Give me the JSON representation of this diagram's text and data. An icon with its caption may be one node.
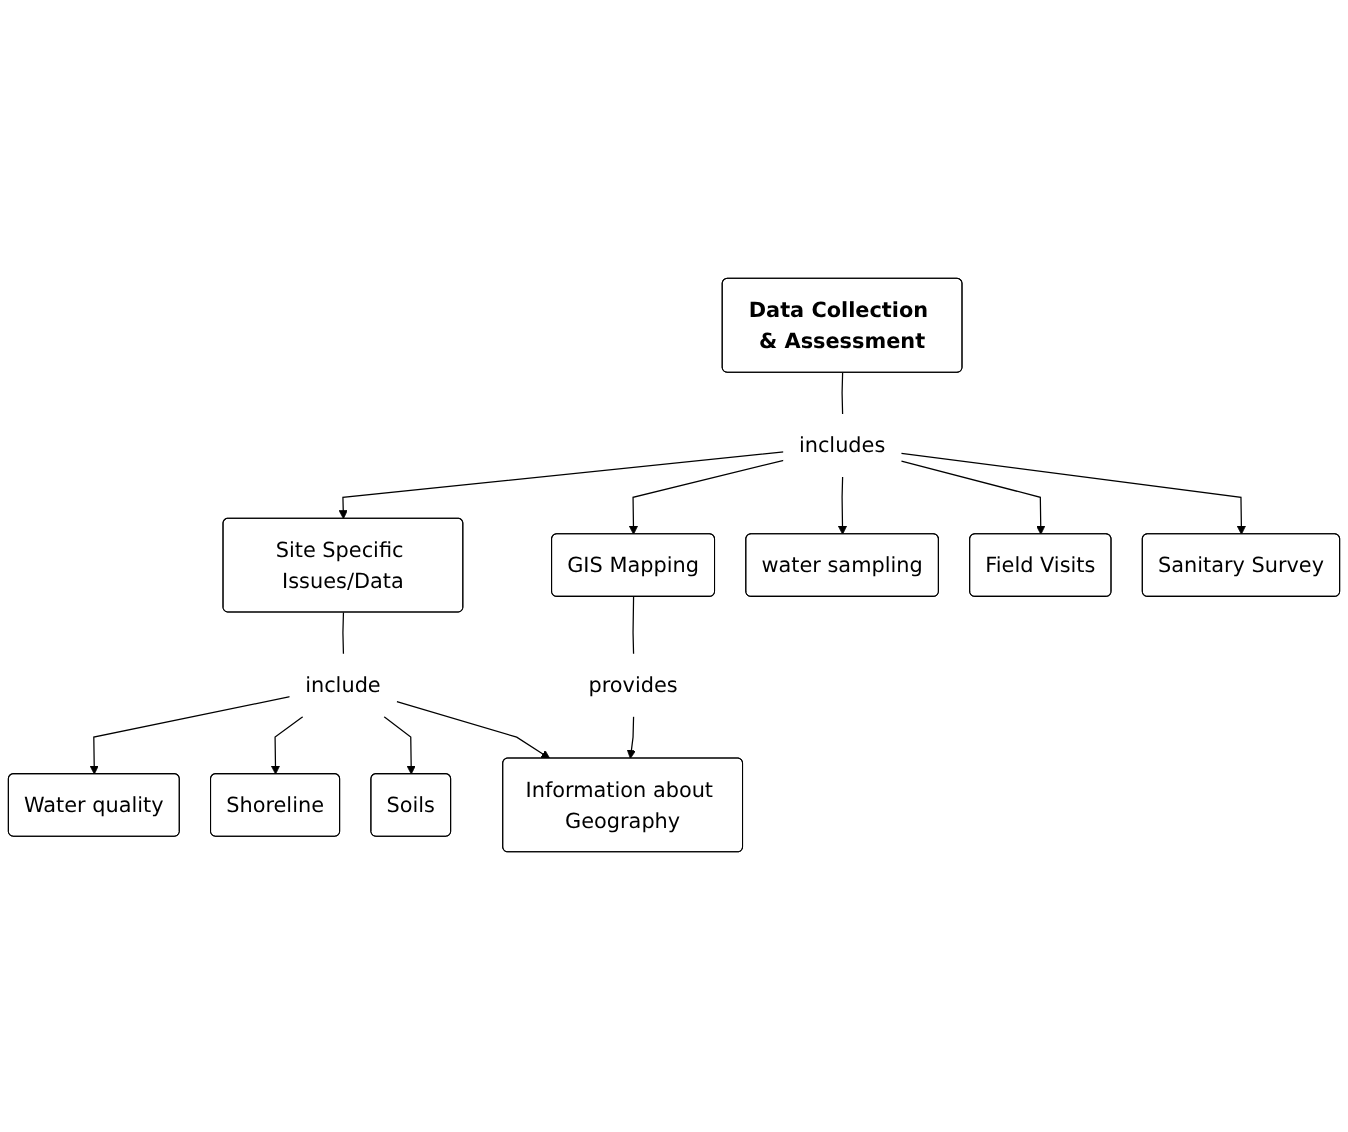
{
  "diagram": {
    "nodes": [
      {
        "text": [
          "Data Collection & Assessment"
        ]
      },
      {
        "text": [
          "includes"
        ]
      },
      {
        "text": [
          "Site Specific Issues/Data"
        ]
      },
      {
        "text": [
          "GIS Mapping"
        ]
      },
      {
        "text": [
          "water sampling"
        ]
      },
      {
        "text": [
          "Field Visits"
        ]
      },
      {
        "text": [
          "include"
        ]
      },
      {
        "text": [
          "Water quality"
        ]
      },
      {
        "text": [
          "Soils"
        ]
      },
      {
        "text": [
          "Shoreline"
        ]
      },
      {
        "text": [
          "Sanitary Survey"
        ]
      },
      {
        "text": [
          "provides"
        ]
      },
      {
        "text": [
          "Information about Geography"
        ]
      }
    ],
    "edges": [
      {
        "from": 0,
        "to": 1,
        "arrow": "none"
      },
      {
        "from": 1,
        "to": 2,
        "arrow": "to"
      },
      {
        "from": 1,
        "to": 3,
        "arrow": "to"
      },
      {
        "from": 1,
        "to": 10,
        "arrow": "to"
      },
      {
        "from": 1,
        "to": 5,
        "arrow": "to"
      },
      {
        "from": 1,
        "to": 4,
        "arrow": "to"
      },
      {
        "from": 2,
        "to": 6,
        "arrow": "none"
      },
      {
        "from": 6,
        "to": 7,
        "arrow": "to"
      },
      {
        "from": 6,
        "to": 9,
        "arrow": "to"
      },
      {
        "from": 6,
        "to": 8,
        "arrow": "to"
      },
      {
        "from": 6,
        "to": 12,
        "arrow": "to"
      },
      {
        "from": 3,
        "to": 11,
        "arrow": "none"
      },
      {
        "from": 11,
        "to": 12,
        "arrow": "to"
      }
    ]
  }
}
